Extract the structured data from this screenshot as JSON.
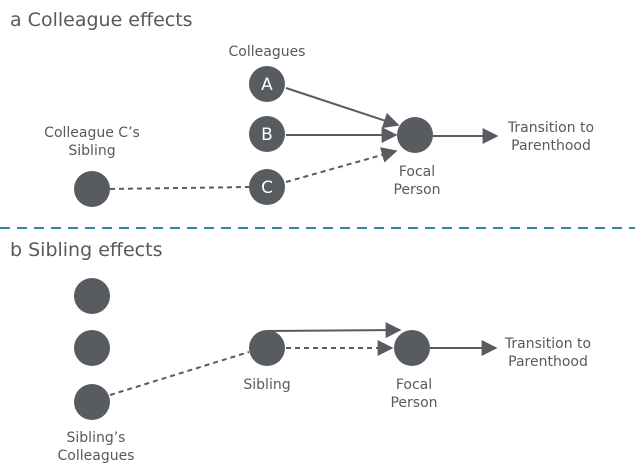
{
  "panel_a": {
    "heading": "a Colleague effects",
    "colleagues_label": "Colleagues",
    "node_a": "A",
    "node_b": "B",
    "node_c": "C",
    "sibling_label_line1": "Colleague C’s",
    "sibling_label_line2": "Sibling",
    "focal_line1": "Focal",
    "focal_line2": "Person",
    "outcome_line1": "Transition to",
    "outcome_line2": "Parenthood"
  },
  "panel_b": {
    "heading": "b Sibling effects",
    "sibling_label": "Sibling",
    "colleagues_line1": "Sibling’s",
    "colleagues_line2": "Colleagues",
    "focal_line1": "Focal",
    "focal_line2": "Person",
    "outcome_line1": "Transition to",
    "outcome_line2": "Parenthood"
  },
  "colors": {
    "node": "#585c60",
    "text": "#555a5e",
    "divider": "#2e86a8"
  }
}
